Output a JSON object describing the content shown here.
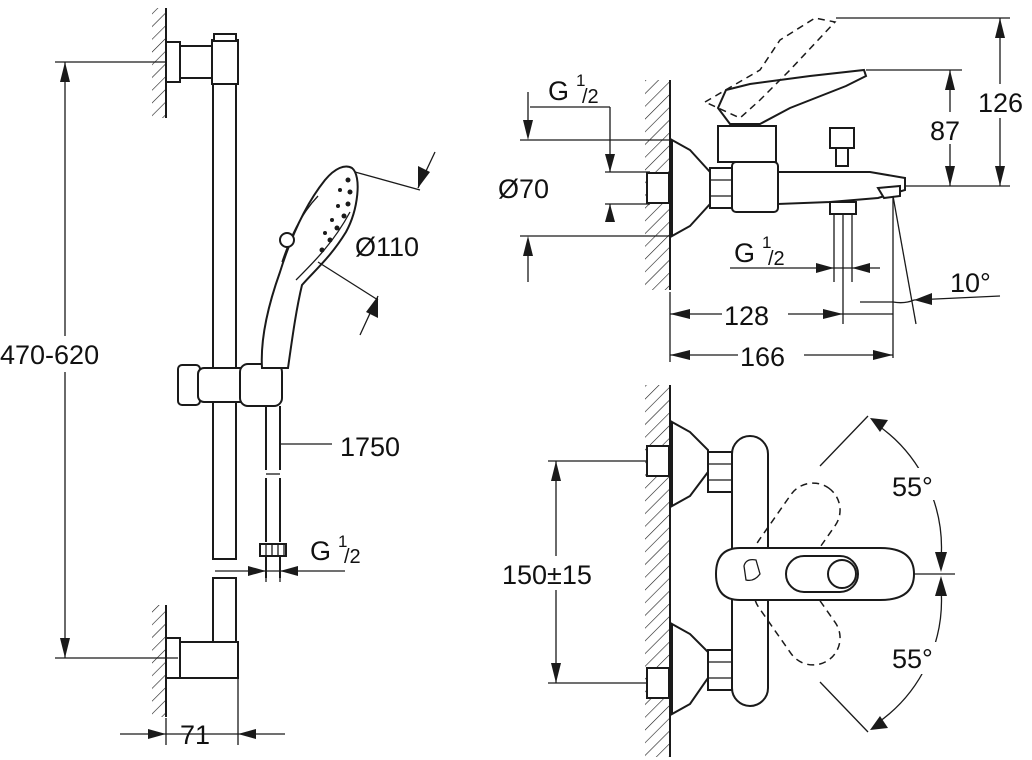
{
  "shower_set": {
    "rail_length": "470-620",
    "handshower_diameter": "Ø110",
    "hose_length": "1750",
    "connection": {
      "g": "G",
      "sup": "1",
      "sub": "/2"
    },
    "wall_projection": "71"
  },
  "mixer_side_view": {
    "inlet_thread": {
      "g": "G",
      "sup": "1",
      "sub": "/2"
    },
    "flange_diameter": "Ø70",
    "outlet_thread": {
      "g": "G",
      "sup": "1",
      "sub": "/2"
    },
    "height_to_lever": "87",
    "total_height": "126",
    "spout_angle": "10°",
    "length_to_spout": "128",
    "total_length": "166"
  },
  "mixer_front_view": {
    "center_distance": "150±15",
    "lever_rotation_top": "55°",
    "lever_rotation_bottom": "55°"
  }
}
